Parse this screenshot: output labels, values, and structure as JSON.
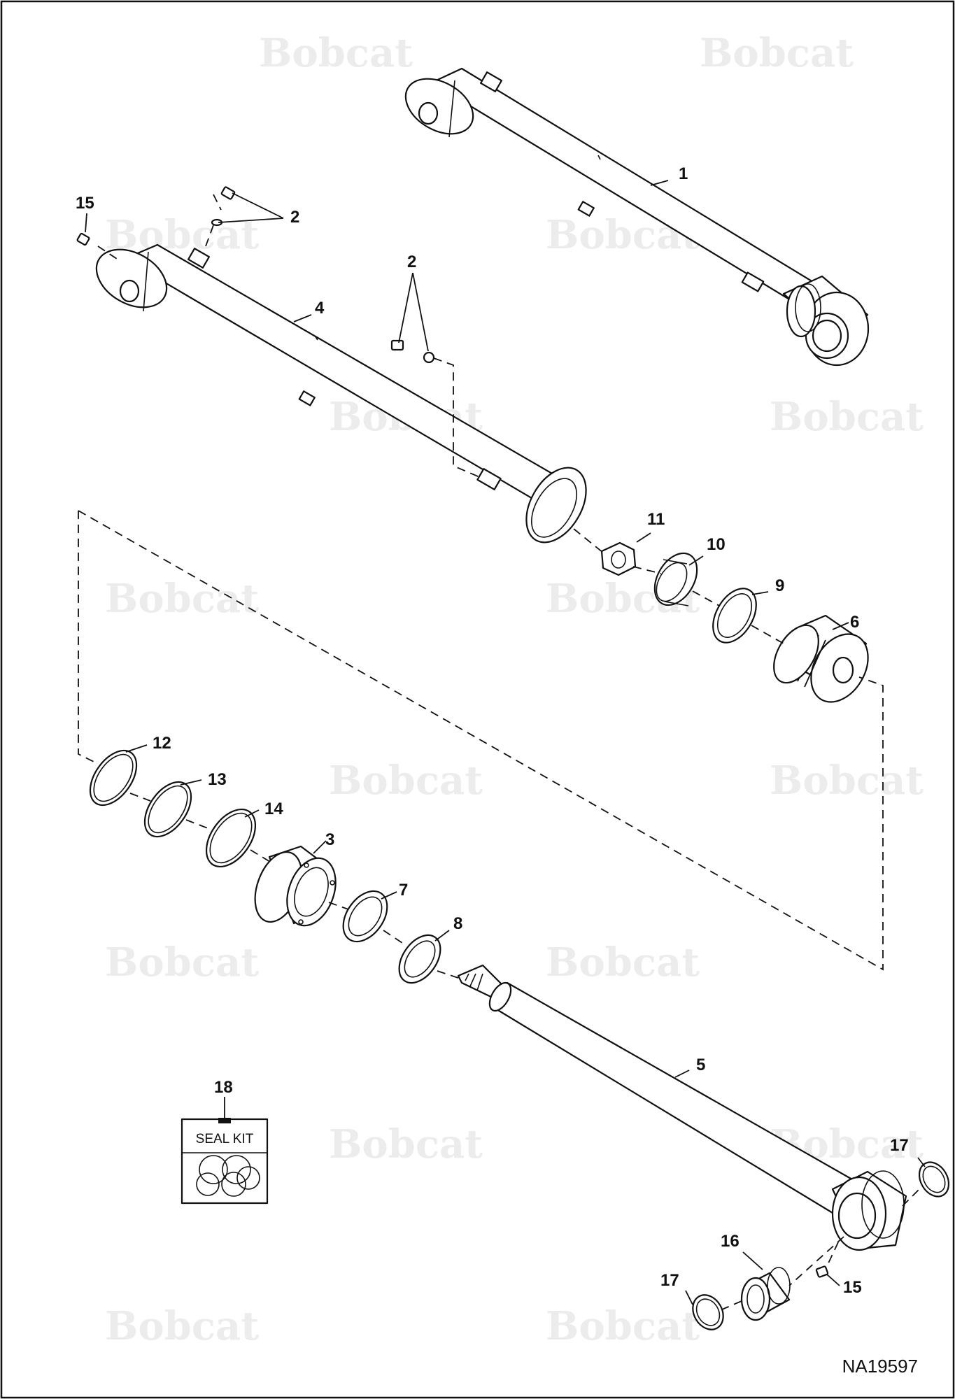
{
  "diagram": {
    "reference_code": "NA19597",
    "watermark_text": "Bobcat",
    "seal_kit_label": "SEAL KIT",
    "callouts": [
      {
        "id": "c1",
        "label": "1"
      },
      {
        "id": "c2a",
        "label": "2"
      },
      {
        "id": "c2b",
        "label": "2"
      },
      {
        "id": "c3",
        "label": "3"
      },
      {
        "id": "c4",
        "label": "4"
      },
      {
        "id": "c5",
        "label": "5"
      },
      {
        "id": "c6",
        "label": "6"
      },
      {
        "id": "c7",
        "label": "7"
      },
      {
        "id": "c8",
        "label": "8"
      },
      {
        "id": "c9",
        "label": "9"
      },
      {
        "id": "c10",
        "label": "10"
      },
      {
        "id": "c11",
        "label": "11"
      },
      {
        "id": "c12",
        "label": "12"
      },
      {
        "id": "c13",
        "label": "13"
      },
      {
        "id": "c14",
        "label": "14"
      },
      {
        "id": "c15a",
        "label": "15"
      },
      {
        "id": "c15b",
        "label": "15"
      },
      {
        "id": "c16",
        "label": "16"
      },
      {
        "id": "c17a",
        "label": "17"
      },
      {
        "id": "c17b",
        "label": "17"
      },
      {
        "id": "c18",
        "label": "18"
      }
    ]
  }
}
